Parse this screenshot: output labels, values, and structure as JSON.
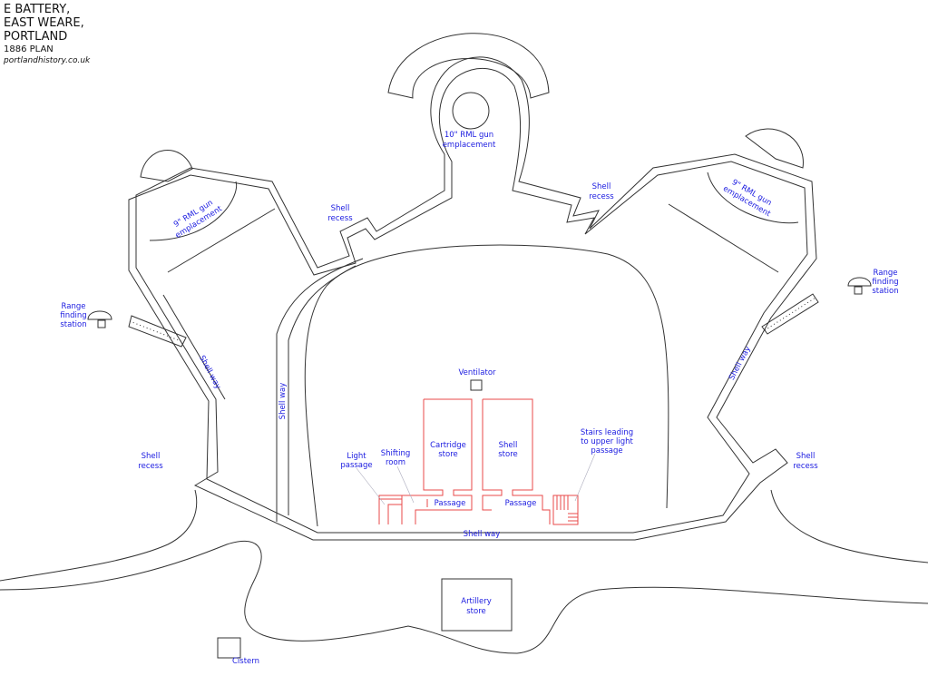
{
  "title": {
    "line1": "E BATTERY,",
    "line2": "EAST WEARE,",
    "line3": "PORTLAND",
    "plan": "1886 PLAN",
    "source": "portlandhistory.co.uk"
  },
  "labels": {
    "gun10": [
      "10\" RML gun",
      "emplacement"
    ],
    "gun9_left": [
      "9\" RML gun",
      "emplacement"
    ],
    "gun9_right": [
      "9\" RML gun",
      "emplacement"
    ],
    "shell_recess_tl": [
      "Shell",
      "recess"
    ],
    "shell_recess_tr": [
      "Shell",
      "recess"
    ],
    "shell_recess_l": [
      "Shell",
      "recess"
    ],
    "shell_recess_r": [
      "Shell",
      "recess"
    ],
    "range_left": [
      "Range",
      "finding",
      "station"
    ],
    "range_right": [
      "Range",
      "finding",
      "station"
    ],
    "shell_way_left": "Shell way",
    "shell_way_inner": "Shell way",
    "shell_way_right": "Shell way",
    "shell_way_bottom": "Shell way",
    "ventilator": "Ventilator",
    "cartridge_store": [
      "Cartridge",
      "store"
    ],
    "shell_store": [
      "Shell",
      "store"
    ],
    "light_passage": [
      "Light",
      "passage"
    ],
    "shifting_room": [
      "Shifting",
      "room"
    ],
    "passage_left": "Passage",
    "passage_right": "Passage",
    "stairs": [
      "Stairs leading",
      "to upper light",
      "passage"
    ],
    "artillery_store": [
      "Artillery",
      "store"
    ],
    "cistern": "Cistern"
  },
  "colors": {
    "label": "#1a1ae0",
    "magazine": "#e84a4a",
    "wall": "#333333"
  }
}
